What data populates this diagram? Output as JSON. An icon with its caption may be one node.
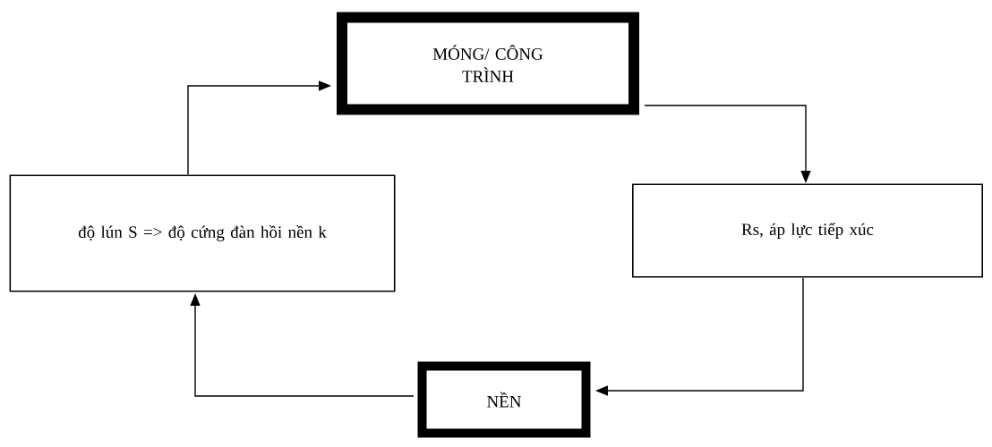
{
  "diagram": {
    "nodes": [
      {
        "text": [
          "MÓNG/ CÔNG TRÌNH"
        ]
      },
      {
        "text": [
          "độ lún S => độ cứng đàn hồi nền k"
        ]
      },
      {
        "text": [
          "Rs, áp lực tiếp xúc"
        ]
      },
      {
        "text": [
          "NỀN"
        ]
      }
    ],
    "edges": [
      {
        "from": 1,
        "to": 0,
        "arrow": "to"
      },
      {
        "from": 0,
        "to": 2,
        "arrow": "to"
      },
      {
        "from": 2,
        "to": 3,
        "arrow": "to"
      },
      {
        "from": 3,
        "to": 1,
        "arrow": "to"
      }
    ]
  }
}
